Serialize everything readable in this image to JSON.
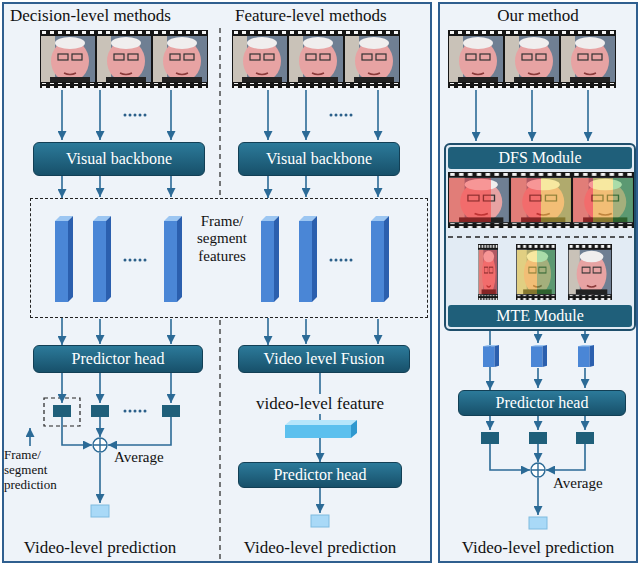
{
  "diagram": {
    "nodes": [
      {
        "text": [
          "Decision-level methods",
          "Feature-level methods"
        ]
      },
      {
        "text": [
          "Visual backbone"
        ],
        "in": 0
      },
      {
        "text": [
          "Visual backbone"
        ],
        "in": 0
      },
      {
        "text": [
          "Frame/ segment features"
        ],
        "in": 0
      },
      {
        "text": [
          "Predictor head"
        ],
        "in": 0
      },
      {
        "text": [
          "Video level Fusion"
        ],
        "in": 0
      },
      {
        "text": [
          "Predictor head"
        ],
        "in": 0
      },
      {
        "text": [
          "Our method"
        ]
      },
      {
        "text": [
          "DFS Module",
          "MTE Module"
        ],
        "in": 7
      },
      {
        "text": [
          "Predictor head"
        ],
        "in": 7
      }
    ],
    "edges": [
      {
        "from": 1,
        "to": 3,
        "arrow": "to"
      },
      {
        "from": 2,
        "to": 3,
        "arrow": "to"
      },
      {
        "from": 3,
        "to": 4,
        "arrow": "to"
      },
      {
        "from": 3,
        "to": 5,
        "arrow": "to"
      },
      {
        "from": 5,
        "to": 6,
        "label": "video-level feature",
        "arrow": "to"
      },
      {
        "from": 8,
        "to": 9,
        "arrow": "to"
      }
    ],
    "labels": [
      "Frame/ segment prediction",
      "Average",
      "Video-level prediction",
      "Video-level prediction",
      "Average",
      "Video-level prediction"
    ]
  }
}
